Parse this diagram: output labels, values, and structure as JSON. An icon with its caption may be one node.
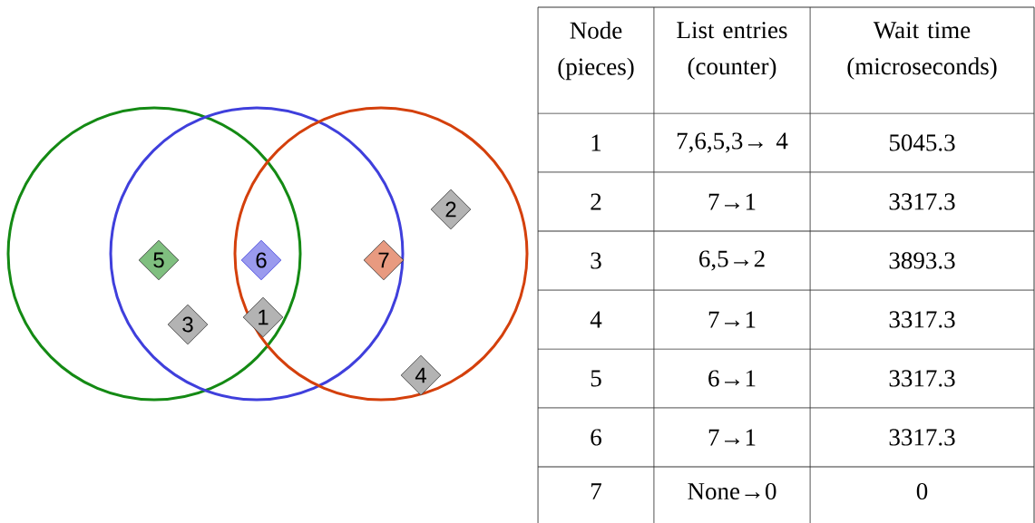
{
  "diagram": {
    "nodes": [
      {
        "text": [],
        "shape": "circle"
      },
      {
        "text": [],
        "shape": "circle"
      },
      {
        "text": [],
        "shape": "circle"
      },
      {
        "text": [
          "2"
        ],
        "in": 2
      },
      {
        "text": [
          "5"
        ]
      },
      {
        "text": [
          "6"
        ]
      },
      {
        "text": [
          "7"
        ]
      },
      {
        "text": [
          "1"
        ]
      },
      {
        "text": [
          "3"
        ]
      },
      {
        "text": [
          "4"
        ],
        "in": 2
      }
    ],
    "edges": [],
    "labels": [
      "Node (pieces)",
      "List entries (counter)",
      "Wait time (microseconds)",
      "1",
      "7,6,5,3→ 4",
      "5045.3",
      "2",
      "7→1",
      "3317.3",
      "3",
      "6,5→2",
      "3893.3",
      "4",
      "7→1",
      "3317.3",
      "5",
      "6→1",
      "3317.3",
      "6",
      "7→1",
      "3317.3",
      "7",
      "None→0",
      "0"
    ]
  }
}
